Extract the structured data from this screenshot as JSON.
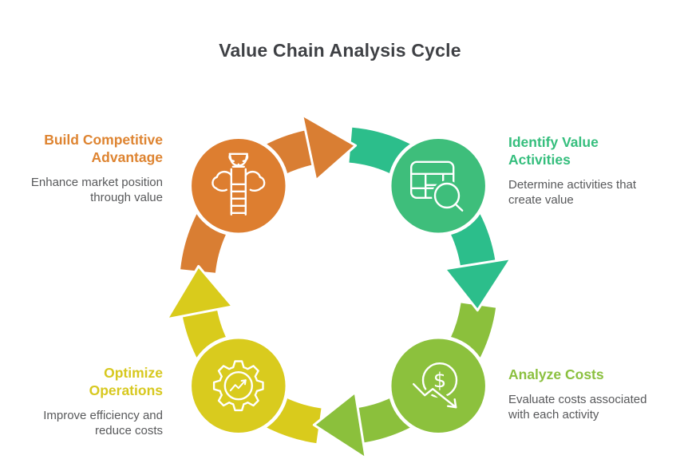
{
  "title": "Value Chain Analysis Cycle",
  "title_color": "#3f4145",
  "subtitle_color": "#58595b",
  "background_color": "#ffffff",
  "nodes": [
    {
      "id": "build-competitive-advantage",
      "title": "Build Competitive Advantage",
      "description": "Enhance market position through value",
      "circle_color": "#dd7e30",
      "text_color": "#de8431",
      "arrow_color": "#d97e33",
      "icon": "trophy-ladder-cloud-icon"
    },
    {
      "id": "identify-value-activities",
      "title": "Identify Value Activities",
      "description": "Determine activities that create value",
      "circle_color": "#3ebe7b",
      "text_color": "#35be7d",
      "arrow_color": "#2cbe8b",
      "icon": "table-magnifier-icon"
    },
    {
      "id": "analyze-costs",
      "title": "Analyze Costs",
      "description": "Evaluate costs associated with each activity",
      "circle_color": "#8cc13d",
      "text_color": "#8bc03f",
      "arrow_color": "#8bc03c",
      "icon": "dollar-decline-icon"
    },
    {
      "id": "optimize-operations",
      "title": "Optimize Operations",
      "description": "Improve efficiency and reduce costs",
      "circle_color": "#d9cb1e",
      "text_color": "#d7c81f",
      "arrow_color": "#d9cb1c",
      "icon": "gear-trendline-icon"
    }
  ]
}
